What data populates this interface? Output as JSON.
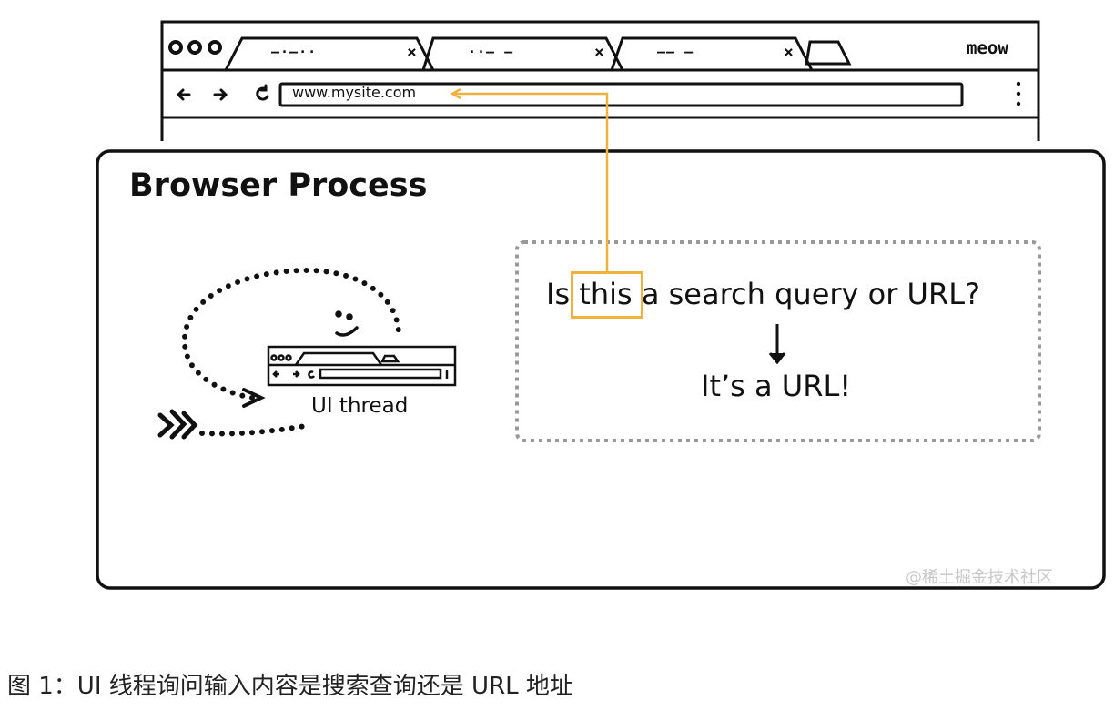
{
  "browser": {
    "title": "meow",
    "tabs": [
      {
        "label": "—·—··",
        "close": "×"
      },
      {
        "label": "··— —",
        "close": "×"
      },
      {
        "label": "—— —",
        "close": "×"
      }
    ],
    "address": "www.mysite.com",
    "nav": {
      "back": "←",
      "forward": "→",
      "reload": "↻",
      "menu": "⋮"
    }
  },
  "process": {
    "title": "Browser Process",
    "thread_label": "UI thread",
    "question_before": "Is ",
    "question_highlight": "this",
    "question_after": " a search query or URL?",
    "answer": "It’s a URL!",
    "arrow": "↓"
  },
  "colors": {
    "highlight": "#f0b23e",
    "stroke": "#111111"
  },
  "watermark": "@稀土掘金技术社区",
  "caption": "图 1：UI 线程询问输入内容是搜索查询还是 URL 地址"
}
